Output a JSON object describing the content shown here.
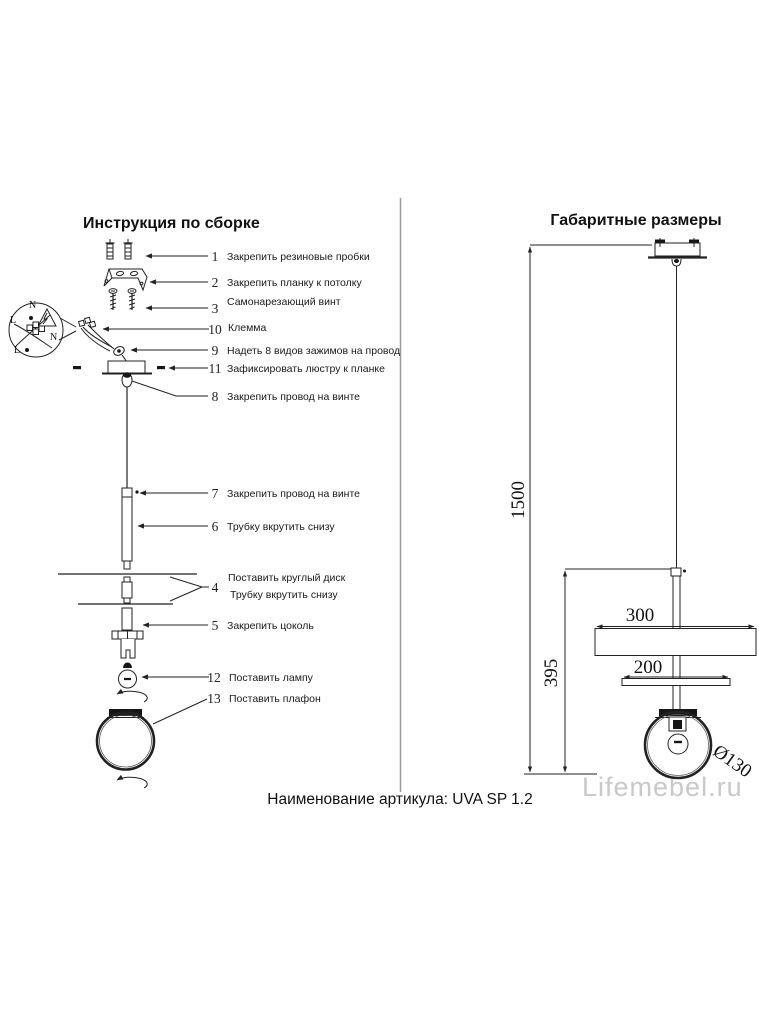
{
  "page": {
    "caption": "Наименование артикула: UVA SP 1.2",
    "watermark": "Lifemebel.ru"
  },
  "left": {
    "title": "Инструкция по сборке",
    "items": [
      {
        "num": "1",
        "label": "Закрепить резиновые пробки"
      },
      {
        "num": "2",
        "label": "Закрепить планку к потолку"
      },
      {
        "num": "3",
        "label": "Самонарезающий винт"
      },
      {
        "num": "10",
        "label": "Клемма"
      },
      {
        "num": "9",
        "label": "Надеть 8 видов зажимов на провод"
      },
      {
        "num": "11",
        "label": "Зафиксировать люстру к планке"
      },
      {
        "num": "8",
        "label": "Закрепить провод на винте"
      },
      {
        "num": "7",
        "label": "Закрепить провод на винте"
      },
      {
        "num": "6",
        "label": "Трубку вкрутить снизу"
      },
      {
        "num": "4",
        "label": "Поставить круглый диск",
        "label2": "Трубку вкрутить снизу"
      },
      {
        "num": "5",
        "label": "Закрепить цоколь"
      },
      {
        "num": "12",
        "label": "Поставить лампу"
      },
      {
        "num": "13",
        "label": "Поставить плафон"
      }
    ],
    "magnifier": {
      "n_top": "N",
      "l_left": "L",
      "n_right": "N",
      "l_bottom": "L"
    }
  },
  "right": {
    "title": "Габаритные размеры",
    "dims": {
      "total": "1500",
      "lower": "395",
      "large_disc": "300",
      "small_disc": "200",
      "globe": "Ø130"
    }
  }
}
